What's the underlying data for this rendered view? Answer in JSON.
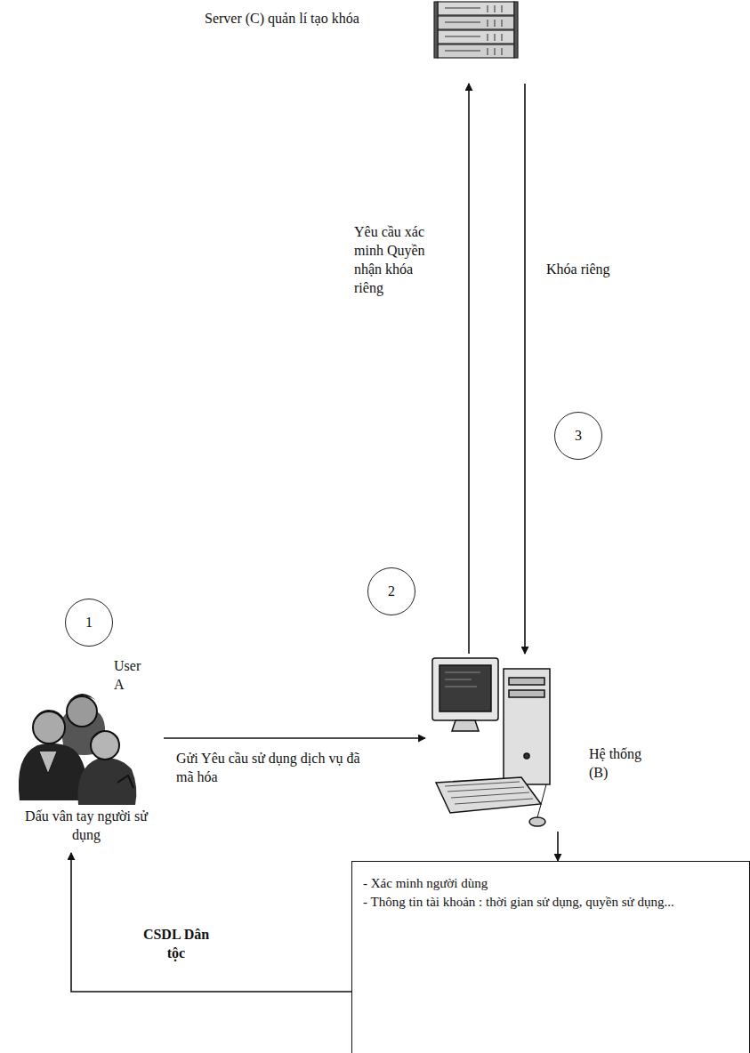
{
  "diagram": {
    "nodes": [
      {
        "text": [
          "Server (C) quản lí tạo khóa"
        ]
      },
      {
        "text": [
          "User A",
          "Dấu vân tay người sử dụng"
        ]
      },
      {
        "text": [
          "Hệ thống (B)"
        ]
      },
      {
        "text": [
          "- Xác minh người dùng",
          "- Thông tin tài khoản : thời gian sử dụng, quyền sử dụng..."
        ]
      }
    ],
    "edges": [
      {
        "from": 2,
        "to": 0,
        "arrow": "to",
        "label": "Yêu cầu xác minh Quyền nhận khóa riêng"
      },
      {
        "from": 0,
        "to": 2,
        "arrow": "to",
        "label": "Khóa riêng"
      },
      {
        "from": 1,
        "to": 2,
        "arrow": "to",
        "label": "Gửi Yêu cầu sử dụng dịch vụ đã mã hóa"
      },
      {
        "from": 2,
        "to": 3,
        "arrow": "to"
      },
      {
        "from": 3,
        "to": 1,
        "arrow": "to",
        "label": "CSDL Dân tộc"
      }
    ],
    "labels": [
      "1",
      "2",
      "3"
    ]
  }
}
